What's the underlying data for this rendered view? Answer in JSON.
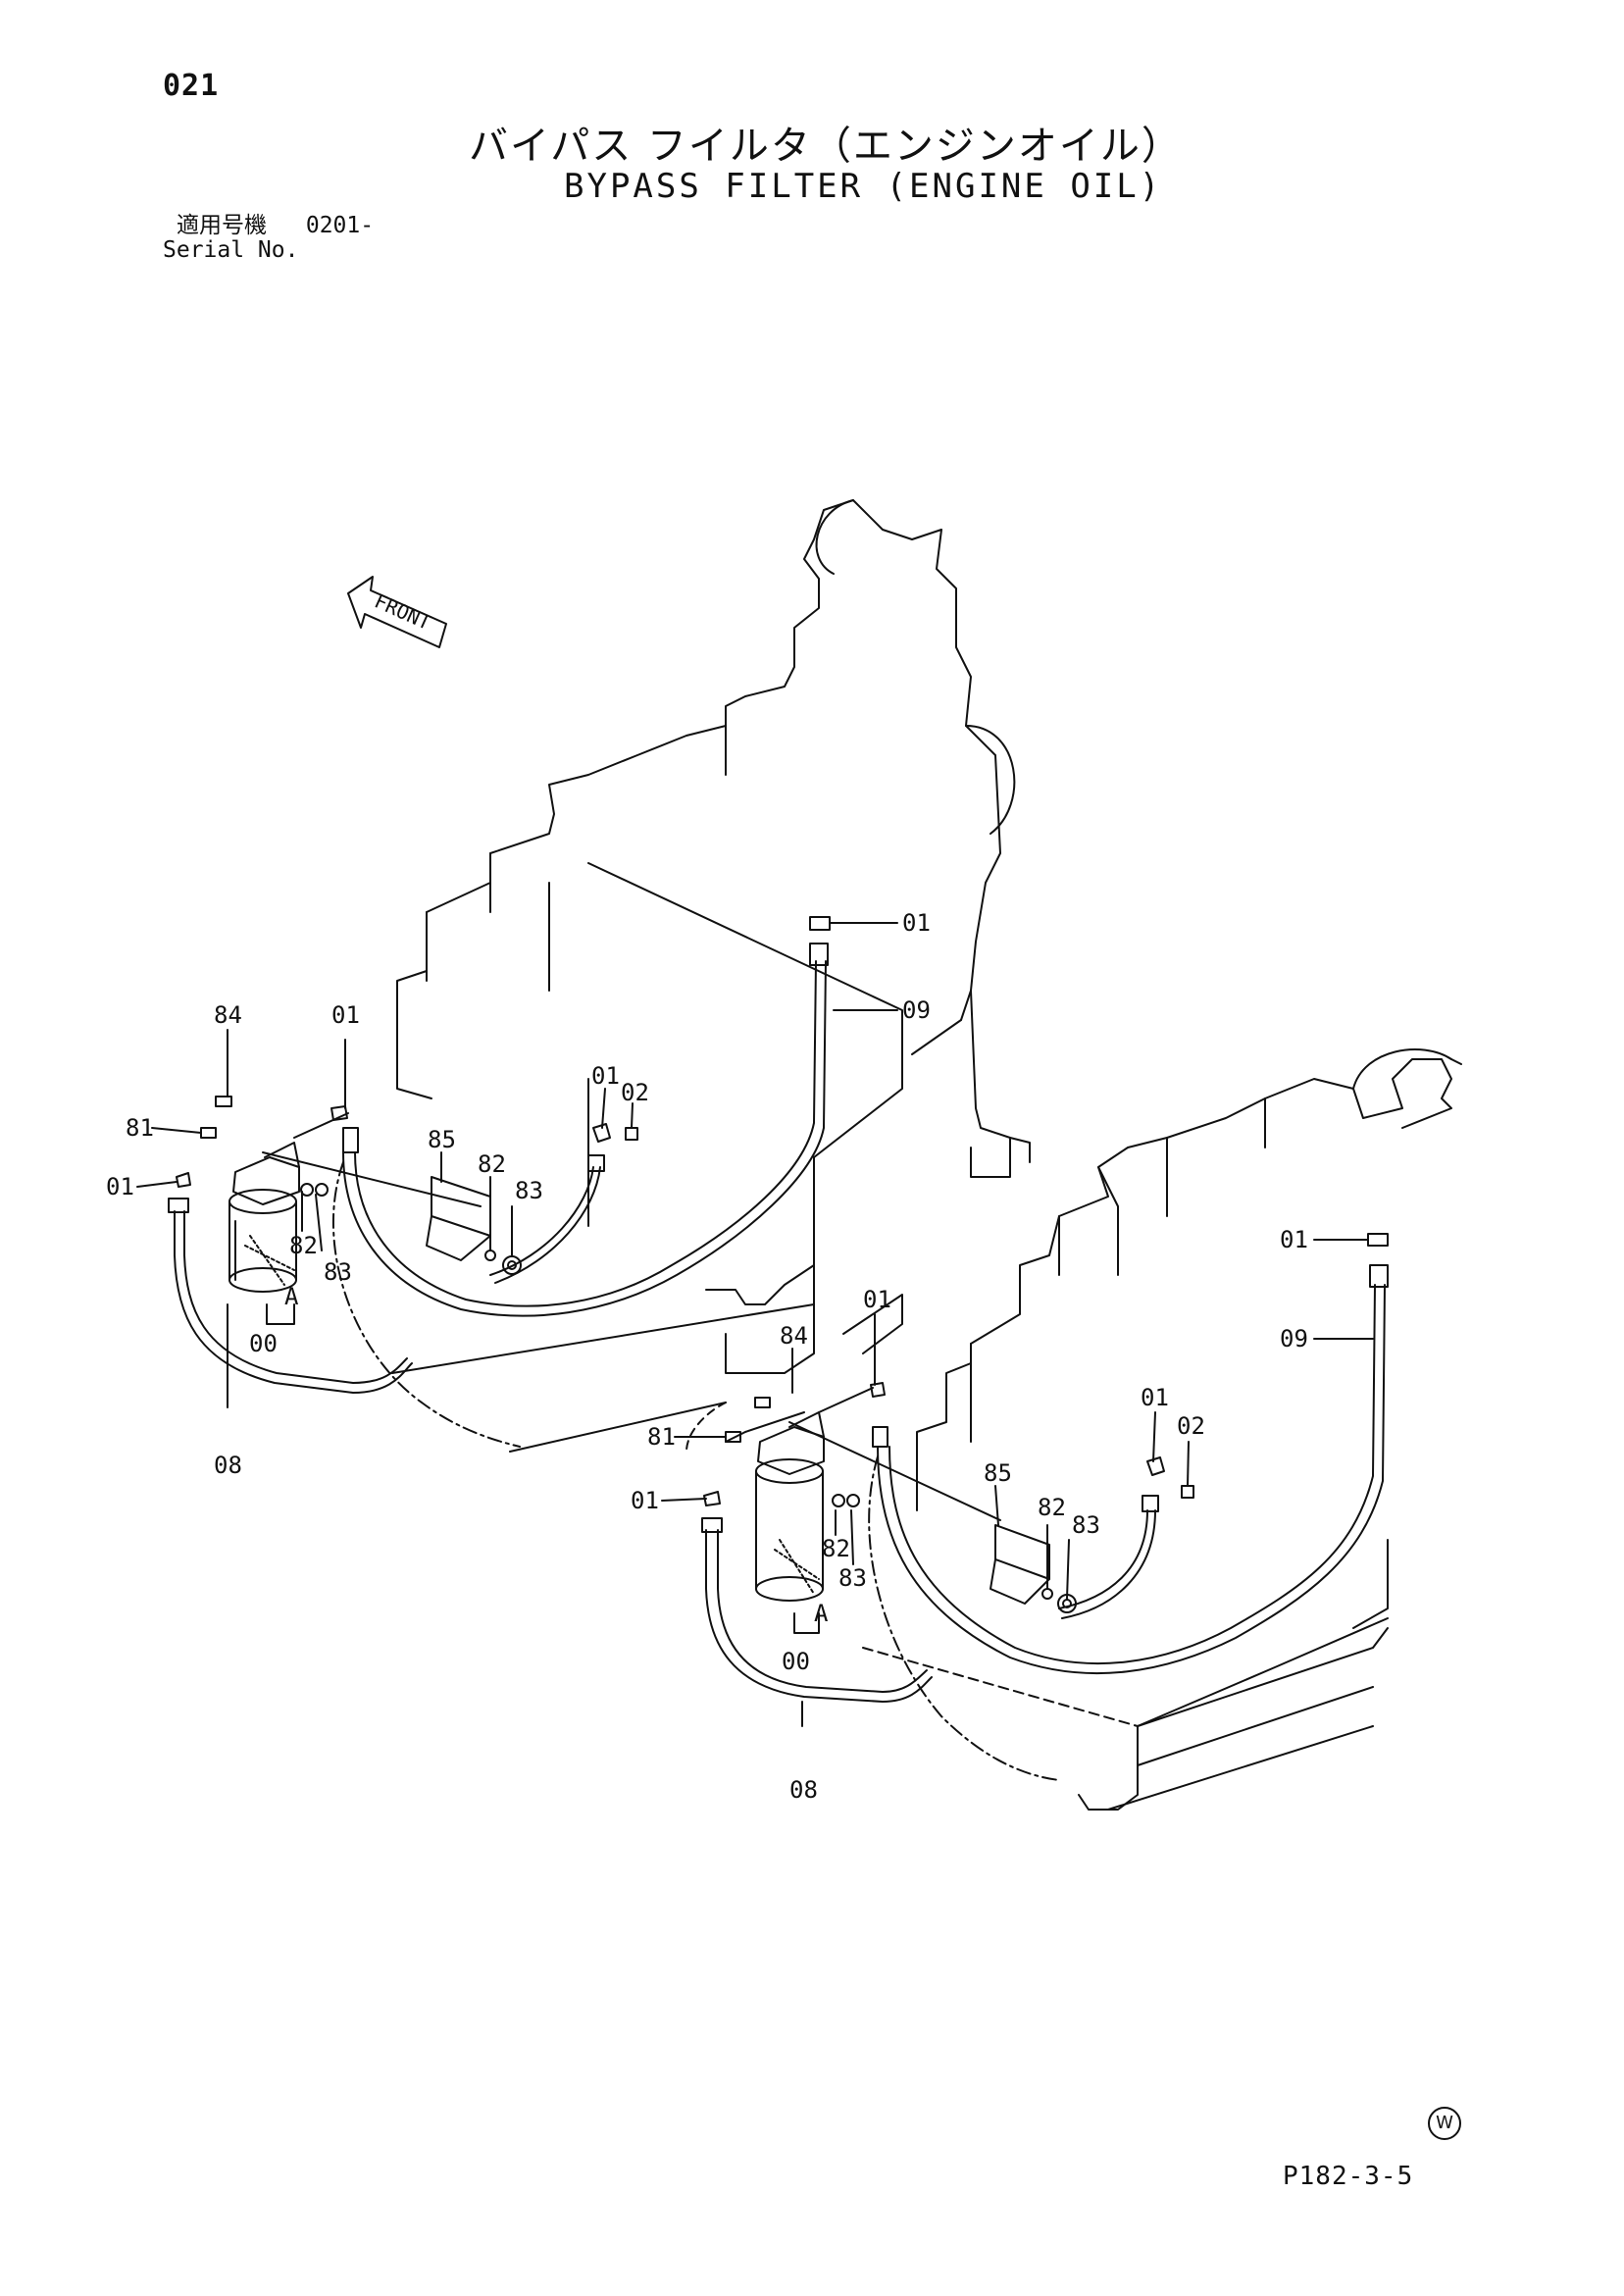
{
  "header": {
    "page_number": "021",
    "title_jp": "バイパス フイルタ（エンジンオイル）",
    "title_en": "BYPASS FILTER (ENGINE OIL)",
    "serial_label_jp": "適用号機",
    "serial_label_en": "Serial No.",
    "serial_value": "0201-"
  },
  "drawing": {
    "front_label": "FRONT",
    "left_view": {
      "parts": [
        "01",
        "09",
        "84",
        "01",
        "81",
        "01",
        "02",
        "85",
        "82",
        "83",
        "01",
        "82",
        "83",
        "A",
        "00",
        "08"
      ]
    },
    "right_view": {
      "parts": [
        "01",
        "09",
        "84",
        "01",
        "01",
        "02",
        "81",
        "85",
        "82",
        "83",
        "01",
        "82",
        "83",
        "A",
        "00",
        "08"
      ]
    }
  },
  "footer": {
    "watermark_symbol": "W",
    "page_code": "P182-3-5"
  }
}
